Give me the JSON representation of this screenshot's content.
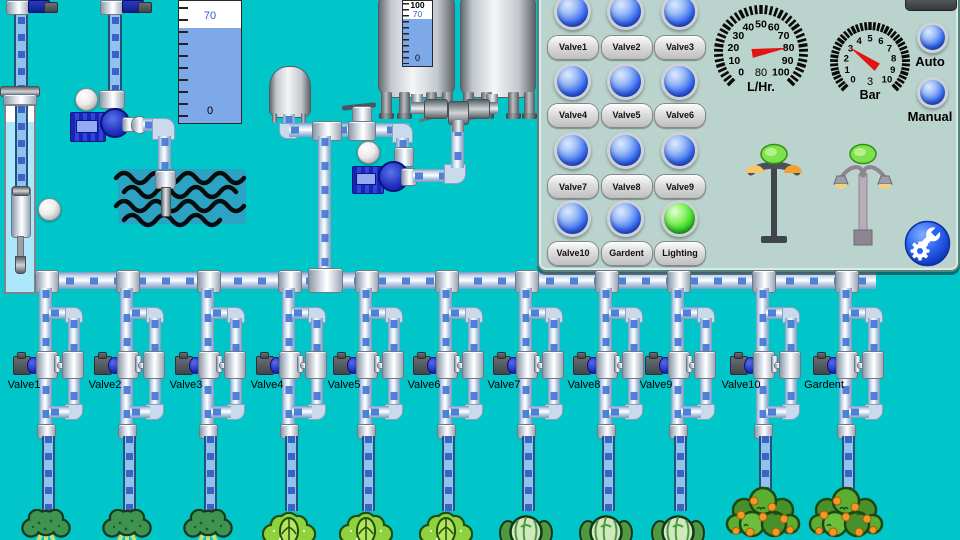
{
  "colors": {
    "background": "#00c5c9",
    "panel_bg": "#bbd3cd",
    "lamp_blue": "#2e5cf0",
    "lamp_green": "#35d41e",
    "needle_red": "#e41414",
    "pipe_dash_blue": "#4074d6",
    "water_fill": "#7da9e8",
    "pond_water": "#2aa3c4"
  },
  "reservoir_gauge": {
    "top_label": "70",
    "bottom_label": "0",
    "fill_percent": 78
  },
  "tank_level_scale": {
    "top_label": "100",
    "upper_label": "70",
    "bottom_label": "0",
    "fill_percent": 71
  },
  "flow_gauge": {
    "caption": "L/Hr.",
    "value_display": "80",
    "value": 80,
    "min": 0,
    "max": 100,
    "tick_labels": [
      "0",
      "10",
      "20",
      "30",
      "40",
      "50",
      "60",
      "70",
      "80",
      "90",
      "100"
    ]
  },
  "pressure_gauge": {
    "caption": "Bar",
    "value_display": "3",
    "value": 3,
    "min": 0,
    "max": 10,
    "tick_labels": [
      "0",
      "1",
      "2",
      "3",
      "4",
      "5",
      "6",
      "7",
      "8",
      "9",
      "10"
    ]
  },
  "panel": {
    "buttons": [
      {
        "label": "Valve1",
        "lamp": "blue"
      },
      {
        "label": "Valve2",
        "lamp": "blue"
      },
      {
        "label": "Valve3",
        "lamp": "blue"
      },
      {
        "label": "Valve4",
        "lamp": "blue"
      },
      {
        "label": "Valve5",
        "lamp": "blue"
      },
      {
        "label": "Valve6",
        "lamp": "blue"
      },
      {
        "label": "Valve7",
        "lamp": "blue"
      },
      {
        "label": "Valve8",
        "lamp": "blue"
      },
      {
        "label": "Valve9",
        "lamp": "blue"
      },
      {
        "label": "Valve10",
        "lamp": "blue"
      },
      {
        "label": "Gardent",
        "lamp": "blue"
      },
      {
        "label": "Lighting",
        "lamp": "green"
      }
    ],
    "mode": [
      {
        "label": "Auto",
        "lamp": "blue"
      },
      {
        "label": "Manual",
        "lamp": "blue"
      }
    ],
    "street_lights": [
      {
        "type": "single-pole-double-lamp",
        "status_lamp": "green"
      },
      {
        "type": "double-curved-arm",
        "status_lamp": "green"
      }
    ],
    "settings_icon": "gear-wrench-icon"
  },
  "manifold": {
    "branches": [
      {
        "label": "Valve1",
        "plant": "broccoli"
      },
      {
        "label": "Valve2",
        "plant": "broccoli"
      },
      {
        "label": "Valve3",
        "plant": "broccoli"
      },
      {
        "label": "Valve4",
        "plant": "lettuce"
      },
      {
        "label": "Valve5",
        "plant": "lettuce"
      },
      {
        "label": "Valve6",
        "plant": "lettuce"
      },
      {
        "label": "Valve7",
        "plant": "cabbage"
      },
      {
        "label": "Valve8",
        "plant": "cabbage"
      },
      {
        "label": "Valve9",
        "plant": "cabbage"
      },
      {
        "label": "Valve10",
        "plant": "orange-tree"
      },
      {
        "label": "Gardent",
        "plant": "orange-tree"
      }
    ]
  }
}
